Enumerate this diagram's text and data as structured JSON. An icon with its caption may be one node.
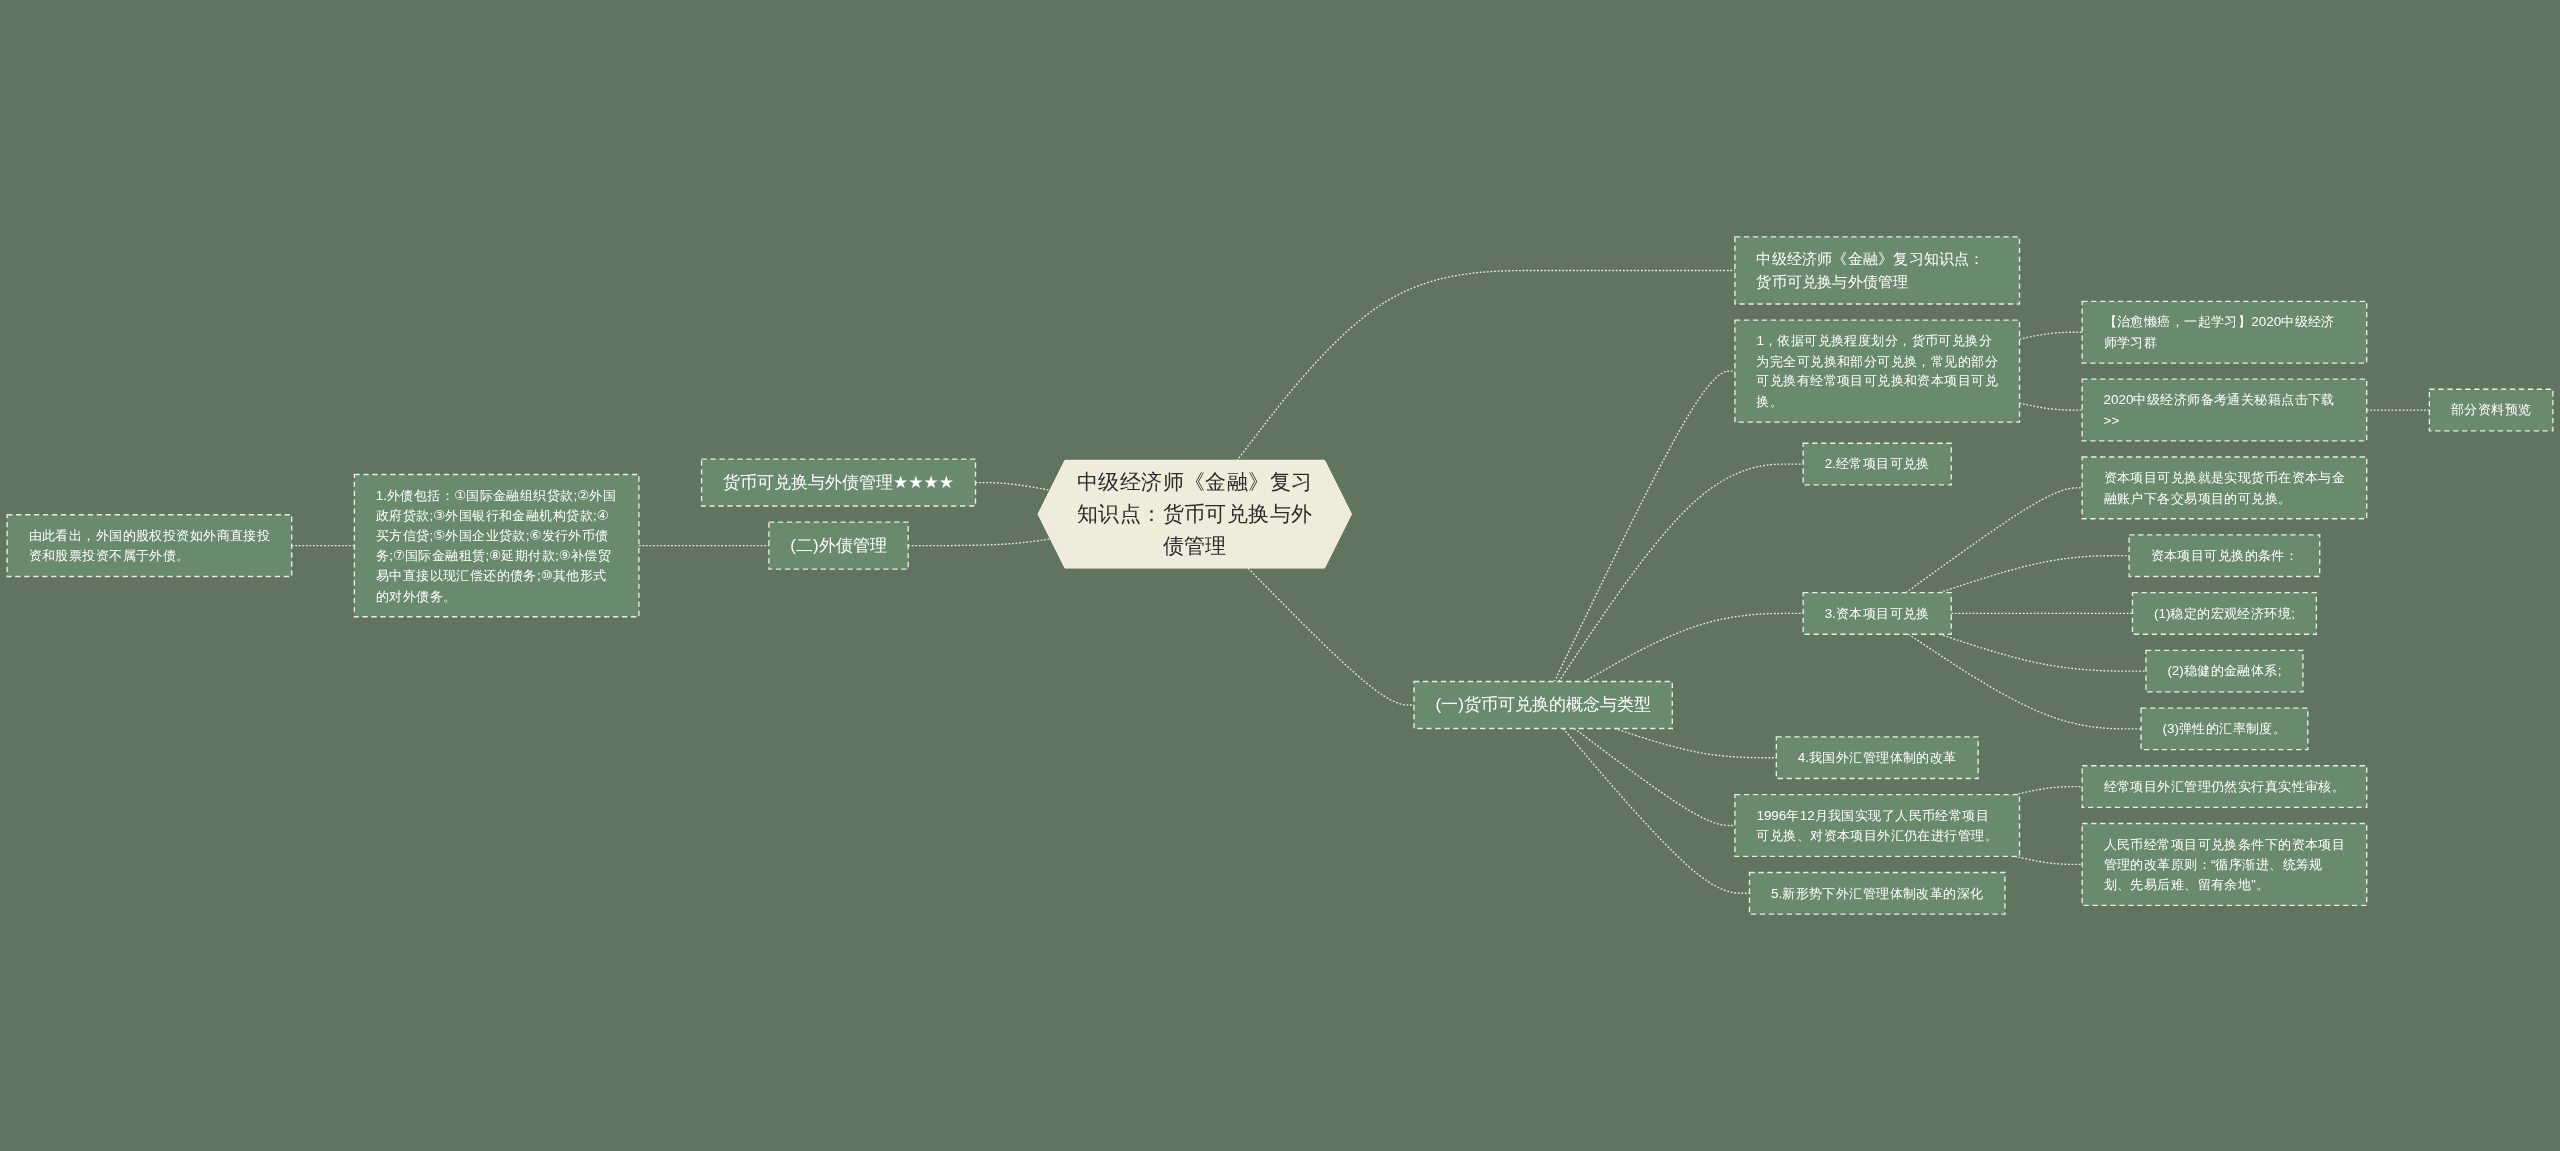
{
  "diagram": {
    "nodes": [
      {
        "text": [
          "中级经济师《金融》复习知识点：货币可兑换与外债管理"
        ]
      },
      {
        "text": [
          "货币可兑换与外债管理★★★★"
        ]
      },
      {
        "text": [
          "(二)外债管理"
        ]
      },
      {
        "text": [
          "1.外债包括：①国际金融组织贷款;②外国政府贷款;③外国银行和金融机构贷款;④买方信贷;⑤外国企业贷款;⑥发行外币债务;⑦国际金融租赁;⑧延期付款;⑨补偿贸易中直接以现汇偿还的债务;⑩其他形式的对外债务。"
        ]
      },
      {
        "text": [
          "由此看出，外国的股权投资如外商直接投资和股票投资不属于外债。"
        ]
      },
      {
        "text": [
          "中级经济师《金融》复习知识点：货币可兑换与外债管理"
        ]
      },
      {
        "text": [
          "(一)货币可兑换的概念与类型"
        ]
      },
      {
        "text": [
          "1，依据可兑换程度划分，货币可兑换分为完全可兑换和部分可兑换，常见的部分可兑换有经常项目可兑换和资本项目可兑换。"
        ]
      },
      {
        "text": [
          "【治愈懒癌，一起学习】2020中级经济师学习群"
        ]
      },
      {
        "text": [
          "2020中级经济师备考通关秘籍点击下载>>"
        ]
      },
      {
        "text": [
          "部分资料预览"
        ]
      },
      {
        "text": [
          "2.经常项目可兑换"
        ]
      },
      {
        "text": [
          "3.资本项目可兑换"
        ]
      },
      {
        "text": [
          "资本项目可兑换就是实现货币在资本与金融账户下各交易项目的可兑换。"
        ]
      },
      {
        "text": [
          "资本项目可兑换的条件："
        ]
      },
      {
        "text": [
          "(1)稳定的宏观经济环境;"
        ]
      },
      {
        "text": [
          "(2)稳健的金融体系;"
        ]
      },
      {
        "text": [
          "(3)弹性的汇率制度。"
        ]
      },
      {
        "text": [
          "4.我国外汇管理体制的改革"
        ]
      },
      {
        "text": [
          "1996年12月我国实现了人民币经常项目可兑换、对资本项目外汇仍在进行管理。"
        ]
      },
      {
        "text": [
          "经常项目外汇管理仍然实行真实性审核。"
        ]
      },
      {
        "text": [
          "人民币经常项目可兑换条件下的资本项目管理的改革原则：“循序渐进、统筹规划、先易后难、留有余地”。"
        ]
      },
      {
        "text": [
          "5.新形势下外汇管理体制改革的深化"
        ]
      }
    ],
    "edges": [
      {
        "from": 0,
        "to": 1,
        "arrow": "none",
        "style": "dashed"
      },
      {
        "from": 0,
        "to": 2,
        "arrow": "none",
        "style": "dashed"
      },
      {
        "from": 2,
        "to": 3,
        "arrow": "none",
        "style": "dashed"
      },
      {
        "from": 3,
        "to": 4,
        "arrow": "none",
        "style": "dashed"
      },
      {
        "from": 0,
        "to": 5,
        "arrow": "none",
        "style": "dashed"
      },
      {
        "from": 0,
        "to": 6,
        "arrow": "none",
        "style": "dashed"
      },
      {
        "from": 6,
        "to": 7,
        "arrow": "none",
        "style": "dashed"
      },
      {
        "from": 7,
        "to": 8,
        "arrow": "none",
        "style": "dashed"
      },
      {
        "from": 7,
        "to": 9,
        "arrow": "none",
        "style": "dashed"
      },
      {
        "from": 9,
        "to": 10,
        "arrow": "none",
        "style": "dashed"
      },
      {
        "from": 6,
        "to": 11,
        "arrow": "none",
        "style": "dashed"
      },
      {
        "from": 6,
        "to": 12,
        "arrow": "none",
        "style": "dashed"
      },
      {
        "from": 12,
        "to": 13,
        "arrow": "none",
        "style": "dashed"
      },
      {
        "from": 12,
        "to": 14,
        "arrow": "none",
        "style": "dashed"
      },
      {
        "from": 12,
        "to": 15,
        "arrow": "none",
        "style": "dashed"
      },
      {
        "from": 12,
        "to": 16,
        "arrow": "none",
        "style": "dashed"
      },
      {
        "from": 12,
        "to": 17,
        "arrow": "none",
        "style": "dashed"
      },
      {
        "from": 6,
        "to": 18,
        "arrow": "none",
        "style": "dashed"
      },
      {
        "from": 6,
        "to": 19,
        "arrow": "none",
        "style": "dashed"
      },
      {
        "from": 19,
        "to": 20,
        "arrow": "none",
        "style": "dashed"
      },
      {
        "from": 19,
        "to": 21,
        "arrow": "none",
        "style": "dashed"
      },
      {
        "from": 6,
        "to": 22,
        "arrow": "none",
        "style": "dashed"
      }
    ]
  }
}
